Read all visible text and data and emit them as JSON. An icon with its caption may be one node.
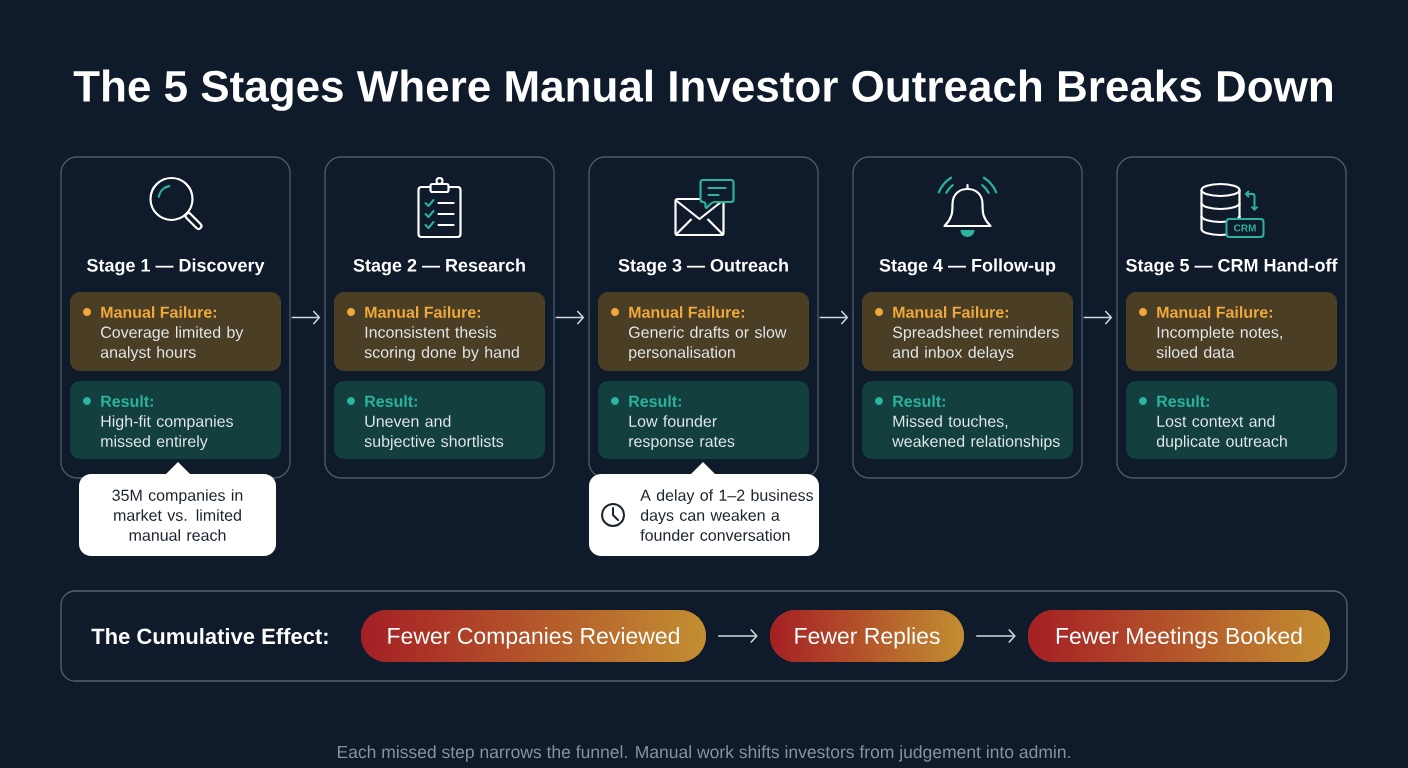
{
  "diagram": {
    "title": "The 5 Stages Where Manual Investor Outreach Breaks Down",
    "caption": "Each missed step narrows the funnel. Manual work shifts investors from judgement into admin.",
    "nodes": [
      {
        "text": [
          "Stage 1 — Discovery"
        ]
      },
      {
        "text": [
          "Manual Failure:",
          "Coverage limited by analyst hours"
        ],
        "in": 0
      },
      {
        "text": [
          "Result:",
          "High-fit companies missed entirely"
        ],
        "in": 0
      },
      {
        "text": [
          "Stage 2 — Research"
        ]
      },
      {
        "text": [
          "Manual Failure:",
          "Inconsistent thesis scoring done by hand"
        ],
        "in": 3
      },
      {
        "text": [
          "Result:",
          "Uneven and subjective shortlists"
        ],
        "in": 3
      },
      {
        "text": [
          "Stage 3 — Outreach"
        ]
      },
      {
        "text": [
          "Manual Failure:",
          "Generic drafts or slow personalisation"
        ],
        "in": 6
      },
      {
        "text": [
          "Result:",
          "Low founder response rates"
        ],
        "in": 6
      },
      {
        "text": [
          "Stage 4 — Follow-up"
        ]
      },
      {
        "text": [
          "Manual Failure:",
          "Spreadsheet reminders and inbox delays"
        ],
        "in": 9
      },
      {
        "text": [
          "Result:",
          "Missed touches, weakened relationships"
        ],
        "in": 9
      },
      {
        "text": [
          "Stage 5 — CRM Hand-off"
        ]
      },
      {
        "text": [
          "Manual Failure:",
          "Incomplete notes, siloed data"
        ],
        "in": 12
      },
      {
        "text": [
          "Result:",
          "Lost context and duplicate outreach"
        ],
        "in": 12
      },
      {
        "text": [
          "35M companies in market vs. limited manual reach"
        ]
      },
      {
        "text": [
          "A delay of 1–2 business days can weaken a founder conversation"
        ]
      },
      {
        "text": [
          "The Cumulative Effect:"
        ]
      },
      {
        "text": [
          "Fewer Companies Reviewed"
        ],
        "in": 17
      },
      {
        "text": [
          "Fewer Replies"
        ],
        "in": 17
      },
      {
        "text": [
          "Fewer Meetings Booked"
        ],
        "in": 17
      }
    ],
    "edges": [
      {
        "from": 0,
        "to": 3,
        "arrow": "to"
      },
      {
        "from": 3,
        "to": 6,
        "arrow": "to"
      },
      {
        "from": 6,
        "to": 9,
        "arrow": "to"
      },
      {
        "from": 9,
        "to": 12,
        "arrow": "to"
      },
      {
        "from": 18,
        "to": 19,
        "arrow": "to"
      },
      {
        "from": 19,
        "to": 20,
        "arrow": "to"
      }
    ],
    "labels": [
      "CRM"
    ]
  }
}
